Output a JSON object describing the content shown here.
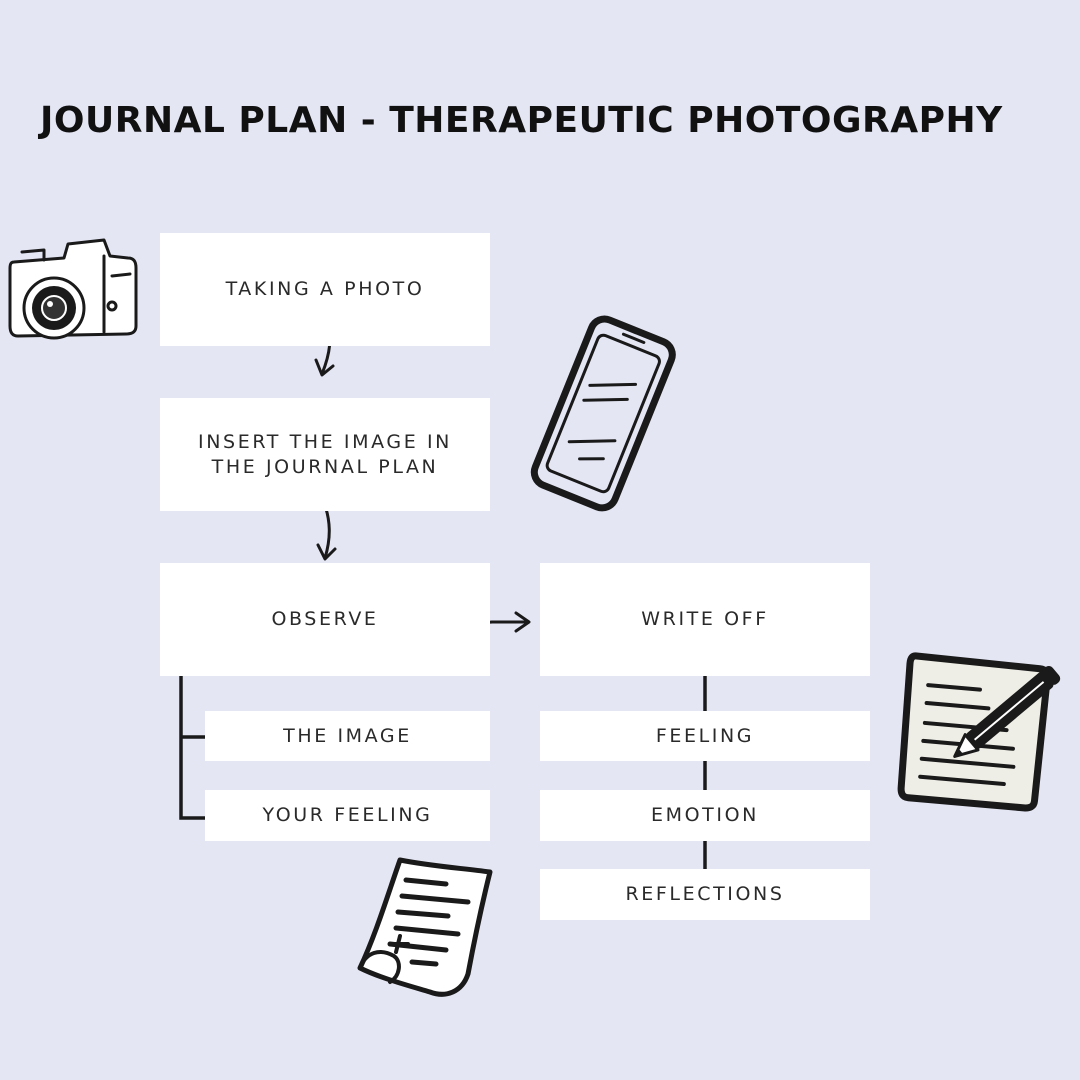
{
  "title": "JOURNAL PLAN - THERAPEUTIC PHOTOGRAPHY",
  "steps": {
    "taking_photo": "TAKING A PHOTO",
    "insert_line1": "INSERT THE IMAGE IN",
    "insert_line2": "THE JOURNAL PLAN",
    "observe": "OBSERVE",
    "write_off": "WRITE OFF"
  },
  "observe_items": [
    "THE IMAGE",
    "YOUR FEELING"
  ],
  "write_off_items": [
    "FEELING",
    "EMOTION",
    "REFLECTIONS"
  ],
  "icons": [
    "camera-icon",
    "smartphone-icon",
    "notepad-pencil-icon",
    "paper-note-icon"
  ],
  "colors": {
    "background": "#e4e6f4",
    "box": "#ffffff",
    "ink": "#1a1a1a"
  }
}
